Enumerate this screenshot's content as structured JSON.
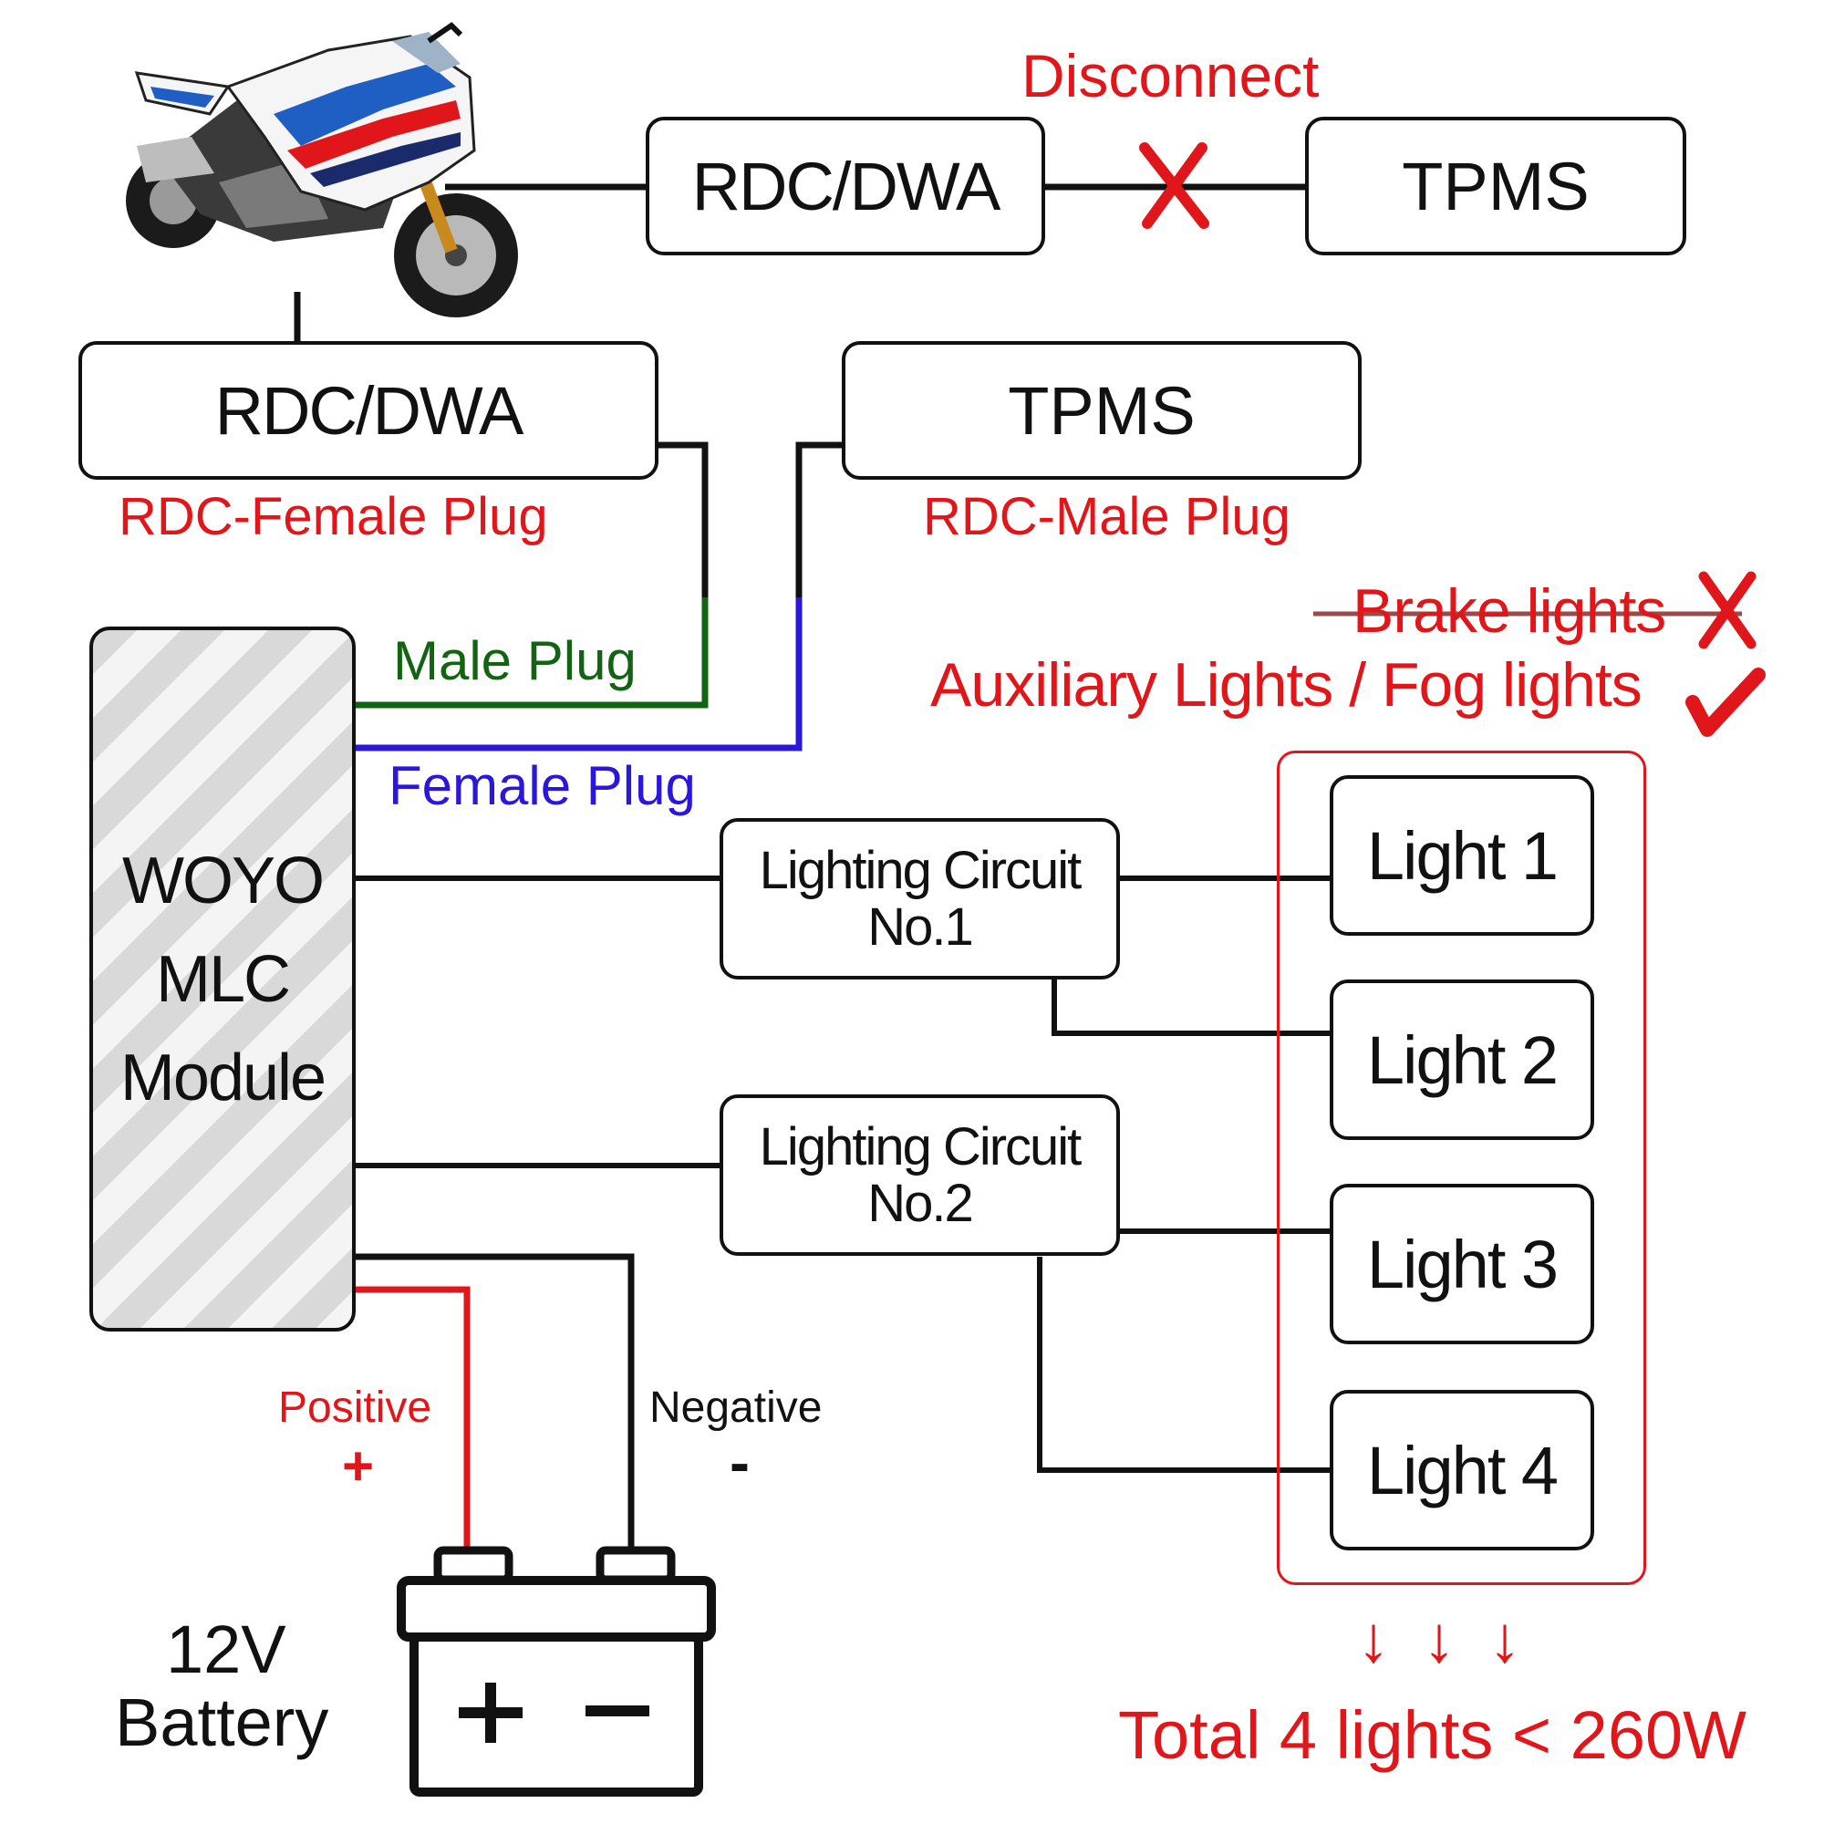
{
  "top_row": {
    "rdc_box": "RDC/DWA",
    "tpms_box": "TPMS",
    "disconnect_label": "Disconnect"
  },
  "plugs": {
    "rdc_box": "RDC/DWA",
    "rdc_caption": "RDC-Female Plug",
    "tpms_box": "TPMS",
    "tpms_caption": "RDC-Male Plug"
  },
  "module": {
    "lines": [
      "WOYO",
      "MLC",
      "Module"
    ],
    "male_plug": "Male Plug",
    "female_plug": "Female Plug"
  },
  "notes": {
    "brake": "Brake lights",
    "aux": "Auxiliary Lights / Fog lights"
  },
  "circuits": [
    {
      "line1": "Lighting Circuit",
      "line2": "No.1"
    },
    {
      "line1": "Lighting Circuit",
      "line2": "No.2"
    }
  ],
  "lights": [
    "Light 1",
    "Light 2",
    "Light 3",
    "Light 4"
  ],
  "battery": {
    "positive": "Positive",
    "positive_sign": "+",
    "negative": "Negative",
    "negative_sign": "-",
    "label_line1": "12V",
    "label_line2": "Battery"
  },
  "total": {
    "arrows": "↓ ↓ ↓",
    "text": "Total 4 lights < 260W"
  },
  "colors": {
    "wire": "#111111",
    "red": "#e0161b",
    "green": "#126312",
    "blue": "#2b17d9"
  },
  "icons": [
    "motorcycle-icon",
    "battery-icon",
    "cross-icon",
    "check-icon"
  ]
}
